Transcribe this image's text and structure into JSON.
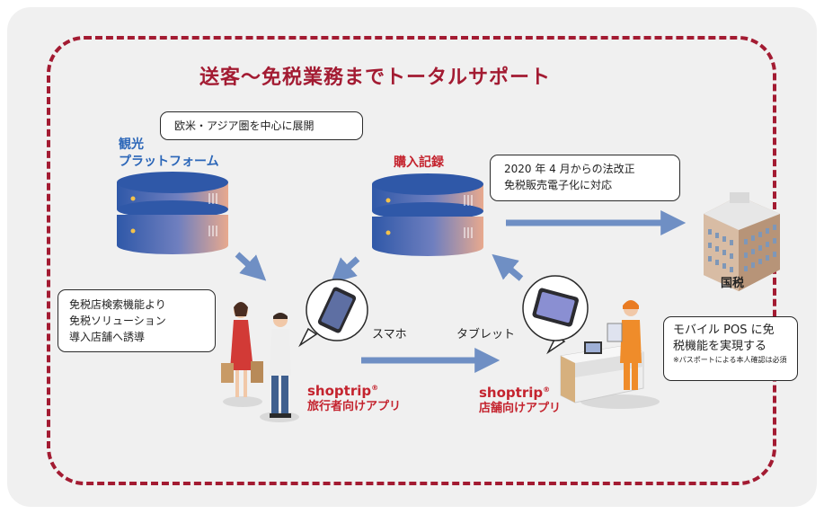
{
  "title": "送客〜免税業務までトータルサポート",
  "bubbles": {
    "region": "欧米・アジア圏を中心に展開",
    "law_line1": "2020 年 4 月からの法改正",
    "law_line2": "免税販売電子化に対応",
    "search_line1": "免税店検索機能より",
    "search_line2": "免税ソリューション",
    "search_line3": "導入店舗へ誘導",
    "pos_line1": "モバイル POS に免",
    "pos_line2": "税機能を実現する",
    "pos_note": "※パスポートによる本人確認は必須"
  },
  "labels": {
    "tourism_line1": "観光",
    "tourism_line2": "プラットフォーム",
    "purchase": "購入記録",
    "tax_office": "国税",
    "smartphone": "スマホ",
    "tablet": "タブレット"
  },
  "apps": {
    "traveler_brand": "shoptrip",
    "traveler_mark": "®",
    "traveler_label": "旅行者向けアプリ",
    "store_brand": "shoptrip",
    "store_mark": "®",
    "store_label": "店舗向けアプリ"
  },
  "colors": {
    "accent": "#a31b32",
    "brand_red": "#c4232e",
    "label_blue": "#2b66b8",
    "arrow": "#6f8fc4",
    "db_top": "#2f58a8",
    "db_side_end": "#e8a98e"
  },
  "icons": [
    "database-icon",
    "building-icon",
    "smartphone-icon",
    "tablet-icon",
    "tourist-couple-icon",
    "shop-clerk-icon"
  ]
}
